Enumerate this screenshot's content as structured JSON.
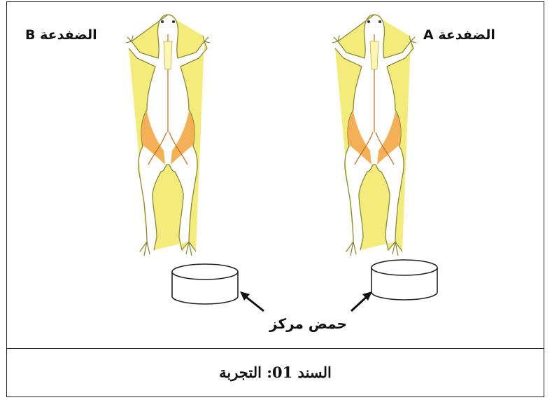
{
  "labels": {
    "frog_b": "الضفدعة B",
    "frog_a": "الضفدعة A",
    "acid": "حمض مركز"
  },
  "caption": "السند 01: التجربة",
  "colors": {
    "frog_body": "#f3ec7a",
    "frog_outline": "#8a8a3a",
    "muscle": "#f2a23a",
    "nerve": "#c96a1a",
    "border": "#222222"
  }
}
